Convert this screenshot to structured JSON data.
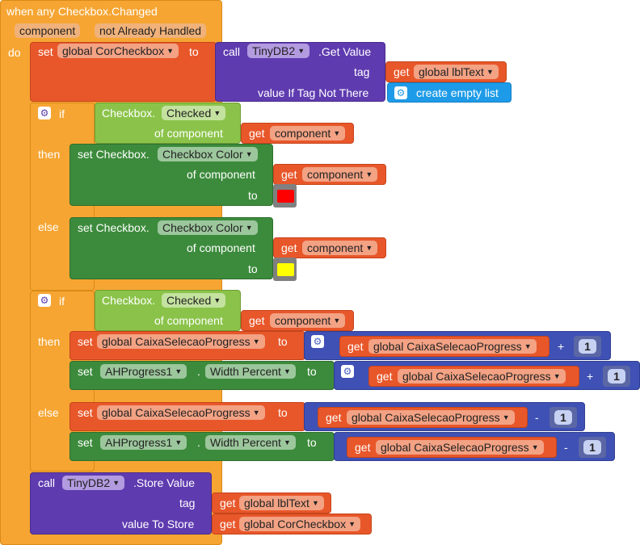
{
  "event": {
    "title": "when any Checkbox.Changed",
    "params": [
      "component",
      "not Already Handled"
    ],
    "do_label": "do"
  },
  "set1": {
    "set": "set",
    "var": "global CorCheckbox",
    "to": "to",
    "call": "call",
    "component": "TinyDB2",
    "method": ".Get Value",
    "tag_label": "tag",
    "get": "get",
    "tag_var": "global lblText",
    "value_label": "value If Tag Not There",
    "value_block": "create empty list"
  },
  "if1": {
    "if": "if",
    "then": "then",
    "else": "else",
    "checked_prefix": "Checkbox.",
    "checked_prop": "Checked",
    "of_component": "of component",
    "get": "get",
    "component_var": "component",
    "then_set": "set Checkbox.",
    "then_prop": "Checkbox Color",
    "then_of": "of component",
    "then_to": "to",
    "then_color": "#ff0000",
    "else_set": "set Checkbox.",
    "else_prop": "Checkbox Color",
    "else_of": "of component",
    "else_to": "to",
    "else_color": "#ffff00"
  },
  "if2": {
    "if": "if",
    "then": "then",
    "else": "else",
    "checked_prefix": "Checkbox.",
    "checked_prop": "Checked",
    "of_component": "of component",
    "get": "get",
    "component_var": "component",
    "set": "set",
    "var": "global CaixaSelecaoProgress",
    "to": "to",
    "comp": "AHProgress1",
    "dot": ".",
    "prop": "Width Percent",
    "plus": "+",
    "minus": "-",
    "one": "1"
  },
  "store": {
    "call": "call",
    "component": "TinyDB2",
    "method": ".Store Value",
    "tag_label": "tag",
    "get": "get",
    "tag_var": "global lblText",
    "value_label": "value To Store",
    "value_var": "global CorCheckbox"
  },
  "colors": {
    "event": "#f5a623",
    "variable": "#e8572a",
    "component_method": "#5f3bb0",
    "control": "#b18cd8",
    "checkbox_getter": "#8bc34a",
    "checkbox_setter": "#3c8b3c",
    "list": "#1e9be8",
    "math": "#3f51b5",
    "color_red": "#ff0000",
    "color_yellow": "#ffff00"
  }
}
